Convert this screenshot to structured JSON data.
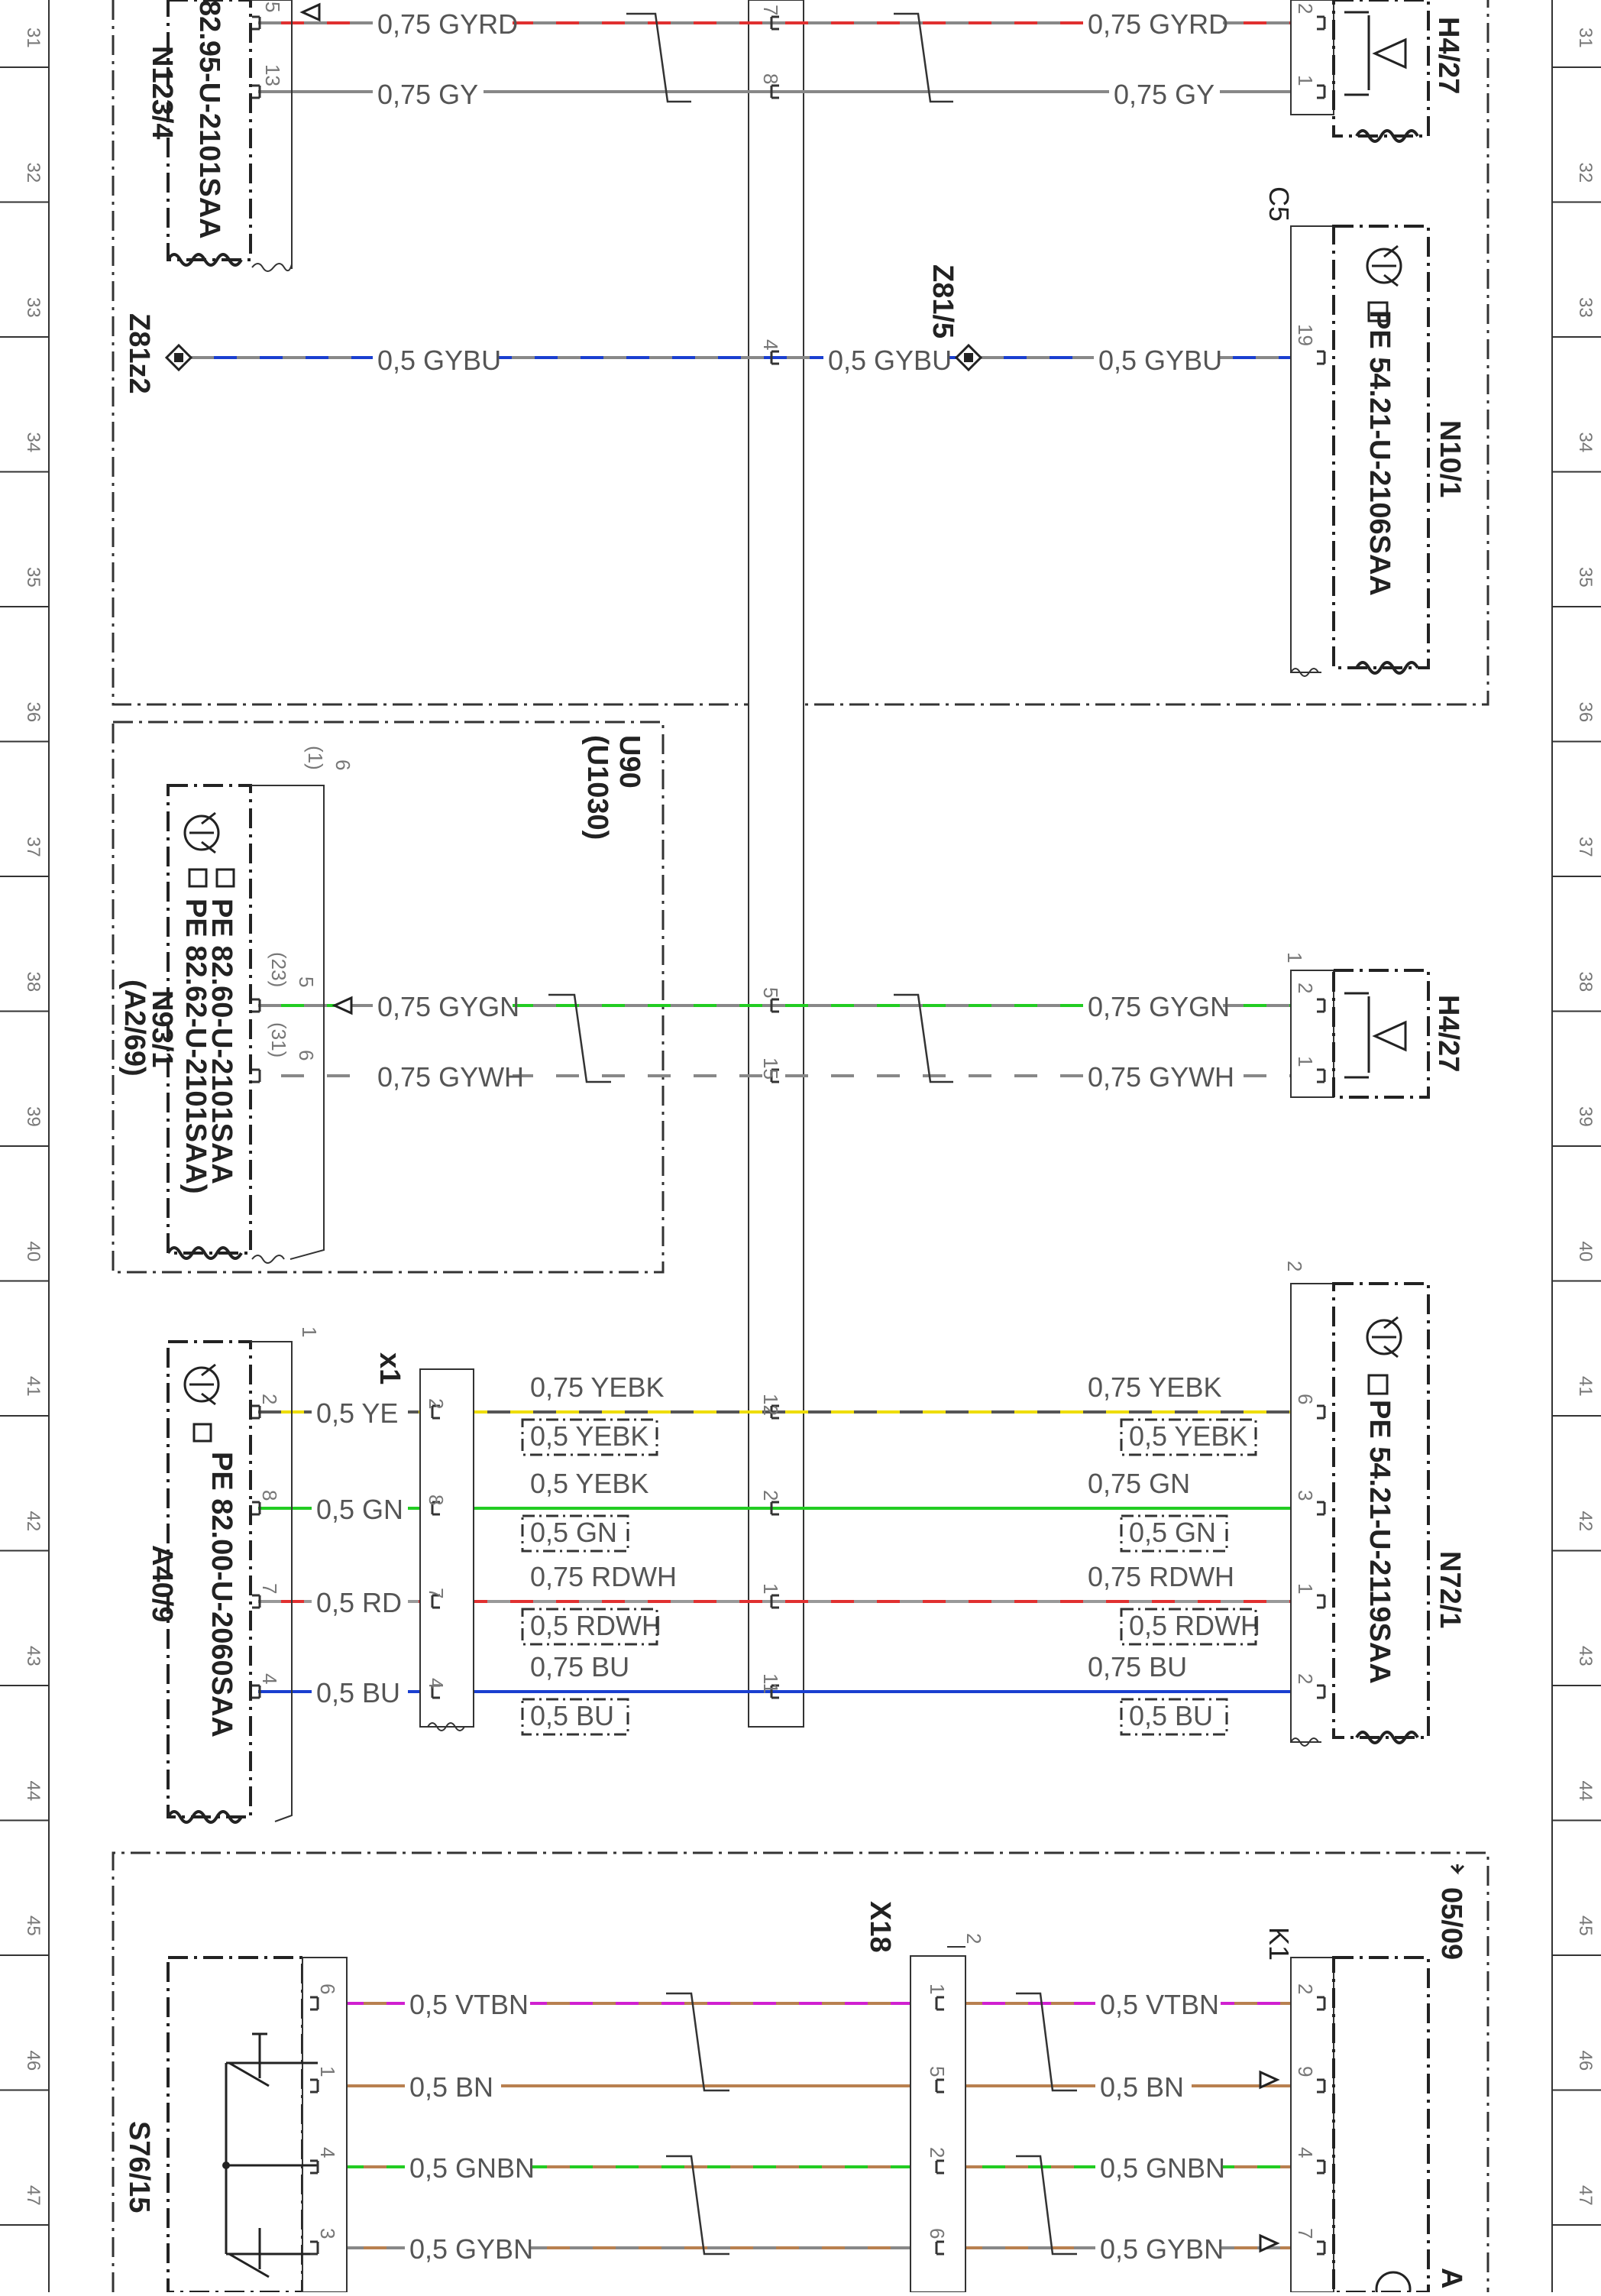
{
  "grid_numbers": [
    "31",
    "32",
    "33",
    "34",
    "35",
    "36",
    "37",
    "38",
    "39",
    "40",
    "41",
    "42",
    "43",
    "44",
    "45",
    "46",
    "47"
  ],
  "components": {
    "n123_4": {
      "name": "N123/4",
      "doc": "82.95-U-2101SAA",
      "pin_a": "5",
      "pin_b": "13"
    },
    "h4_27_top": {
      "name": "H4/27",
      "pin_a": "2",
      "pin_b": "1"
    },
    "z81z2": {
      "name": "Z81z2"
    },
    "z81_5": {
      "name": "Z81/5"
    },
    "c5": {
      "name": "C5",
      "pin": "19"
    },
    "n10_1": {
      "name": "N10/1",
      "doc": "PE 54.21-U-2106SAA"
    },
    "u90": {
      "name": "U90",
      "sub": "(U1030)",
      "pin6": "6",
      "pin6_alt": "(1)"
    },
    "n93_1": {
      "name": "N93/1",
      "sub": "(A2/69)",
      "doc1": "PE 82.60-U-2101SAA",
      "doc2": "PE 82.62-U-2101SAA)",
      "pin_a": "5",
      "pin_a_alt": "(23)",
      "pin_b": "6",
      "pin_b_alt": "(31)"
    },
    "h4_27_mid": {
      "name": "H4/27",
      "pin_a": "2",
      "pin_b": "1",
      "top_pin": "1"
    },
    "a40_9": {
      "name": "A40/9",
      "doc": "PE 82.00-U-2060SAA",
      "pins": [
        "2",
        "8",
        "7",
        "4"
      ],
      "top_pin": "1"
    },
    "x1": {
      "name": "x1",
      "pins": [
        "2",
        "8",
        "7",
        "4"
      ]
    },
    "n72_1": {
      "name": "N72/1",
      "doc": "PE 54.21-U-2119SAA",
      "pins": [
        "6",
        "3",
        "1",
        "2"
      ],
      "top_pin": "2"
    },
    "s76_15": {
      "name": "S76/15",
      "pins": [
        "6",
        "1",
        "4",
        "3"
      ]
    },
    "x18": {
      "name": "X18",
      "pins": [
        "1",
        "5",
        "2",
        "6"
      ],
      "top_pin": "2"
    },
    "k1": {
      "name": "K1",
      "pins": [
        "2",
        "9",
        "4",
        "7"
      ]
    },
    "ref_05_09": {
      "name": "05/09"
    },
    "letter_a": {
      "name": "A"
    }
  },
  "bus_pins": [
    "7",
    "8",
    "4",
    "5",
    "15",
    "12",
    "2",
    "1",
    "11"
  ],
  "wires": {
    "w1": {
      "left": "0,75 GYRD",
      "right": "0,75 GYRD",
      "colors": [
        "#e03030",
        "#888888"
      ]
    },
    "w2": {
      "left": "0,75 GY",
      "right": "0,75 GY",
      "colors": [
        "#888888",
        "#888888"
      ]
    },
    "w3": {
      "left": "0,5 GYBU",
      "mid": "0,5 GYBU",
      "right": "0,5 GYBU",
      "colors": [
        "#1a3fd0",
        "#888888"
      ]
    },
    "w4": {
      "left": "0,75 GYGN",
      "right": "0,75 GYGN",
      "colors": [
        "#22cc22",
        "#888888"
      ]
    },
    "w5": {
      "left": "0,75 GYWH",
      "right": "0,75 GYWH",
      "colors": [
        "#888888",
        "#ffffff"
      ]
    },
    "w6": {
      "a40": "0,5 YE",
      "top_left": "0,75 YEBK",
      "box_left": "0,5 YEBK",
      "top_right": "0,75 YEBK",
      "box_right": "0,5 YEBK",
      "colors": [
        "#eedd00",
        "#555555"
      ]
    },
    "w7": {
      "a40": "0,5 GN",
      "top_left": "0,5 YEBK",
      "box_left": "0,5 GN",
      "top_right": "0,75 GN",
      "box_right": "0,5 GN",
      "colors": [
        "#22cc22",
        "#22cc22"
      ]
    },
    "w8": {
      "a40": "0,5 RD",
      "top_left": "0,75 RDWH",
      "box_left": "0,5 RDWH",
      "top_right": "0,75 RDWH",
      "box_right": "0,5 RDWH",
      "colors": [
        "#e03030",
        "#999999"
      ]
    },
    "w9": {
      "a40": "0,5 BU",
      "top_left": "0,75 BU",
      "box_left": "0,5 BU",
      "top_right": "0,75 BU",
      "box_right": "0,5 BU",
      "colors": [
        "#1a3fd0",
        "#1a3fd0"
      ]
    },
    "w10": {
      "left": "0,5 VTBN",
      "right": "0,5 VTBN",
      "colors": [
        "#d020d0",
        "#b88050"
      ]
    },
    "w11": {
      "left": "0,5 BN",
      "right": "0,5 BN",
      "colors": [
        "#b88050",
        "#b88050"
      ]
    },
    "w12": {
      "left": "0,5 GNBN",
      "right": "0,5 GNBN",
      "colors": [
        "#22cc22",
        "#b88050"
      ]
    },
    "w13": {
      "left": "0,5 GYBN",
      "right": "0,5 GYBN",
      "colors": [
        "#888888",
        "#b88050"
      ]
    }
  }
}
